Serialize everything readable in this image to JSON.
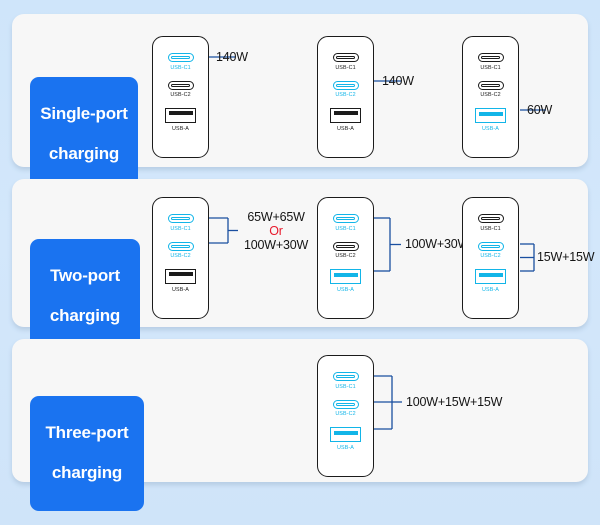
{
  "page": {
    "background_color": "#cfe5fa",
    "card_color": "#f7f7f7",
    "badge_color": "#1a73f0",
    "highlight_color": "#12b5e8",
    "or_color": "#e8192c"
  },
  "port_labels": {
    "usb_c1": "USB-C1",
    "usb_c2": "USB-C2",
    "usb_a": "USB-A"
  },
  "rows": [
    {
      "badge": {
        "line1": "Single-port",
        "line2": "charging"
      },
      "chargers": [
        {
          "ports": [
            {
              "type": "usb-c",
              "label": "USB-C1",
              "active": true
            },
            {
              "type": "usb-c",
              "label": "USB-C2",
              "active": false
            },
            {
              "type": "usb-a",
              "label": "USB-A",
              "active": false
            }
          ],
          "callout": {
            "text": "140W"
          }
        },
        {
          "ports": [
            {
              "type": "usb-c",
              "label": "USB-C1",
              "active": false
            },
            {
              "type": "usb-c",
              "label": "USB-C2",
              "active": true
            },
            {
              "type": "usb-a",
              "label": "USB-A",
              "active": false
            }
          ],
          "callout": {
            "text": "140W"
          }
        },
        {
          "ports": [
            {
              "type": "usb-c",
              "label": "USB-C1",
              "active": false
            },
            {
              "type": "usb-c",
              "label": "USB-C2",
              "active": false
            },
            {
              "type": "usb-a",
              "label": "USB-A",
              "active": true
            }
          ],
          "callout": {
            "text": "60W"
          }
        }
      ]
    },
    {
      "badge": {
        "line1": "Two-port",
        "line2": "charging"
      },
      "chargers": [
        {
          "ports": [
            {
              "type": "usb-c",
              "label": "USB-C1",
              "active": true
            },
            {
              "type": "usb-c",
              "label": "USB-C2",
              "active": true
            },
            {
              "type": "usb-a",
              "label": "USB-A",
              "active": false
            }
          ],
          "callout": {
            "line1": "65W+65W",
            "or": "Or",
            "line2": "100W+30W"
          }
        },
        {
          "ports": [
            {
              "type": "usb-c",
              "label": "USB-C1",
              "active": true
            },
            {
              "type": "usb-c",
              "label": "USB-C2",
              "active": false
            },
            {
              "type": "usb-a",
              "label": "USB-A",
              "active": true
            }
          ],
          "callout": {
            "text": "100W+30W"
          }
        },
        {
          "ports": [
            {
              "type": "usb-c",
              "label": "USB-C1",
              "active": false
            },
            {
              "type": "usb-c",
              "label": "USB-C2",
              "active": true
            },
            {
              "type": "usb-a",
              "label": "USB-A",
              "active": true
            }
          ],
          "callout": {
            "text": "15W+15W"
          }
        }
      ]
    },
    {
      "badge": {
        "line1": "Three-port",
        "line2": "charging"
      },
      "chargers": [
        {
          "ports": [
            {
              "type": "usb-c",
              "label": "USB-C1",
              "active": true
            },
            {
              "type": "usb-c",
              "label": "USB-C2",
              "active": true
            },
            {
              "type": "usb-a",
              "label": "USB-A",
              "active": true
            }
          ],
          "callout": {
            "text": "100W+15W+15W"
          }
        }
      ]
    }
  ]
}
